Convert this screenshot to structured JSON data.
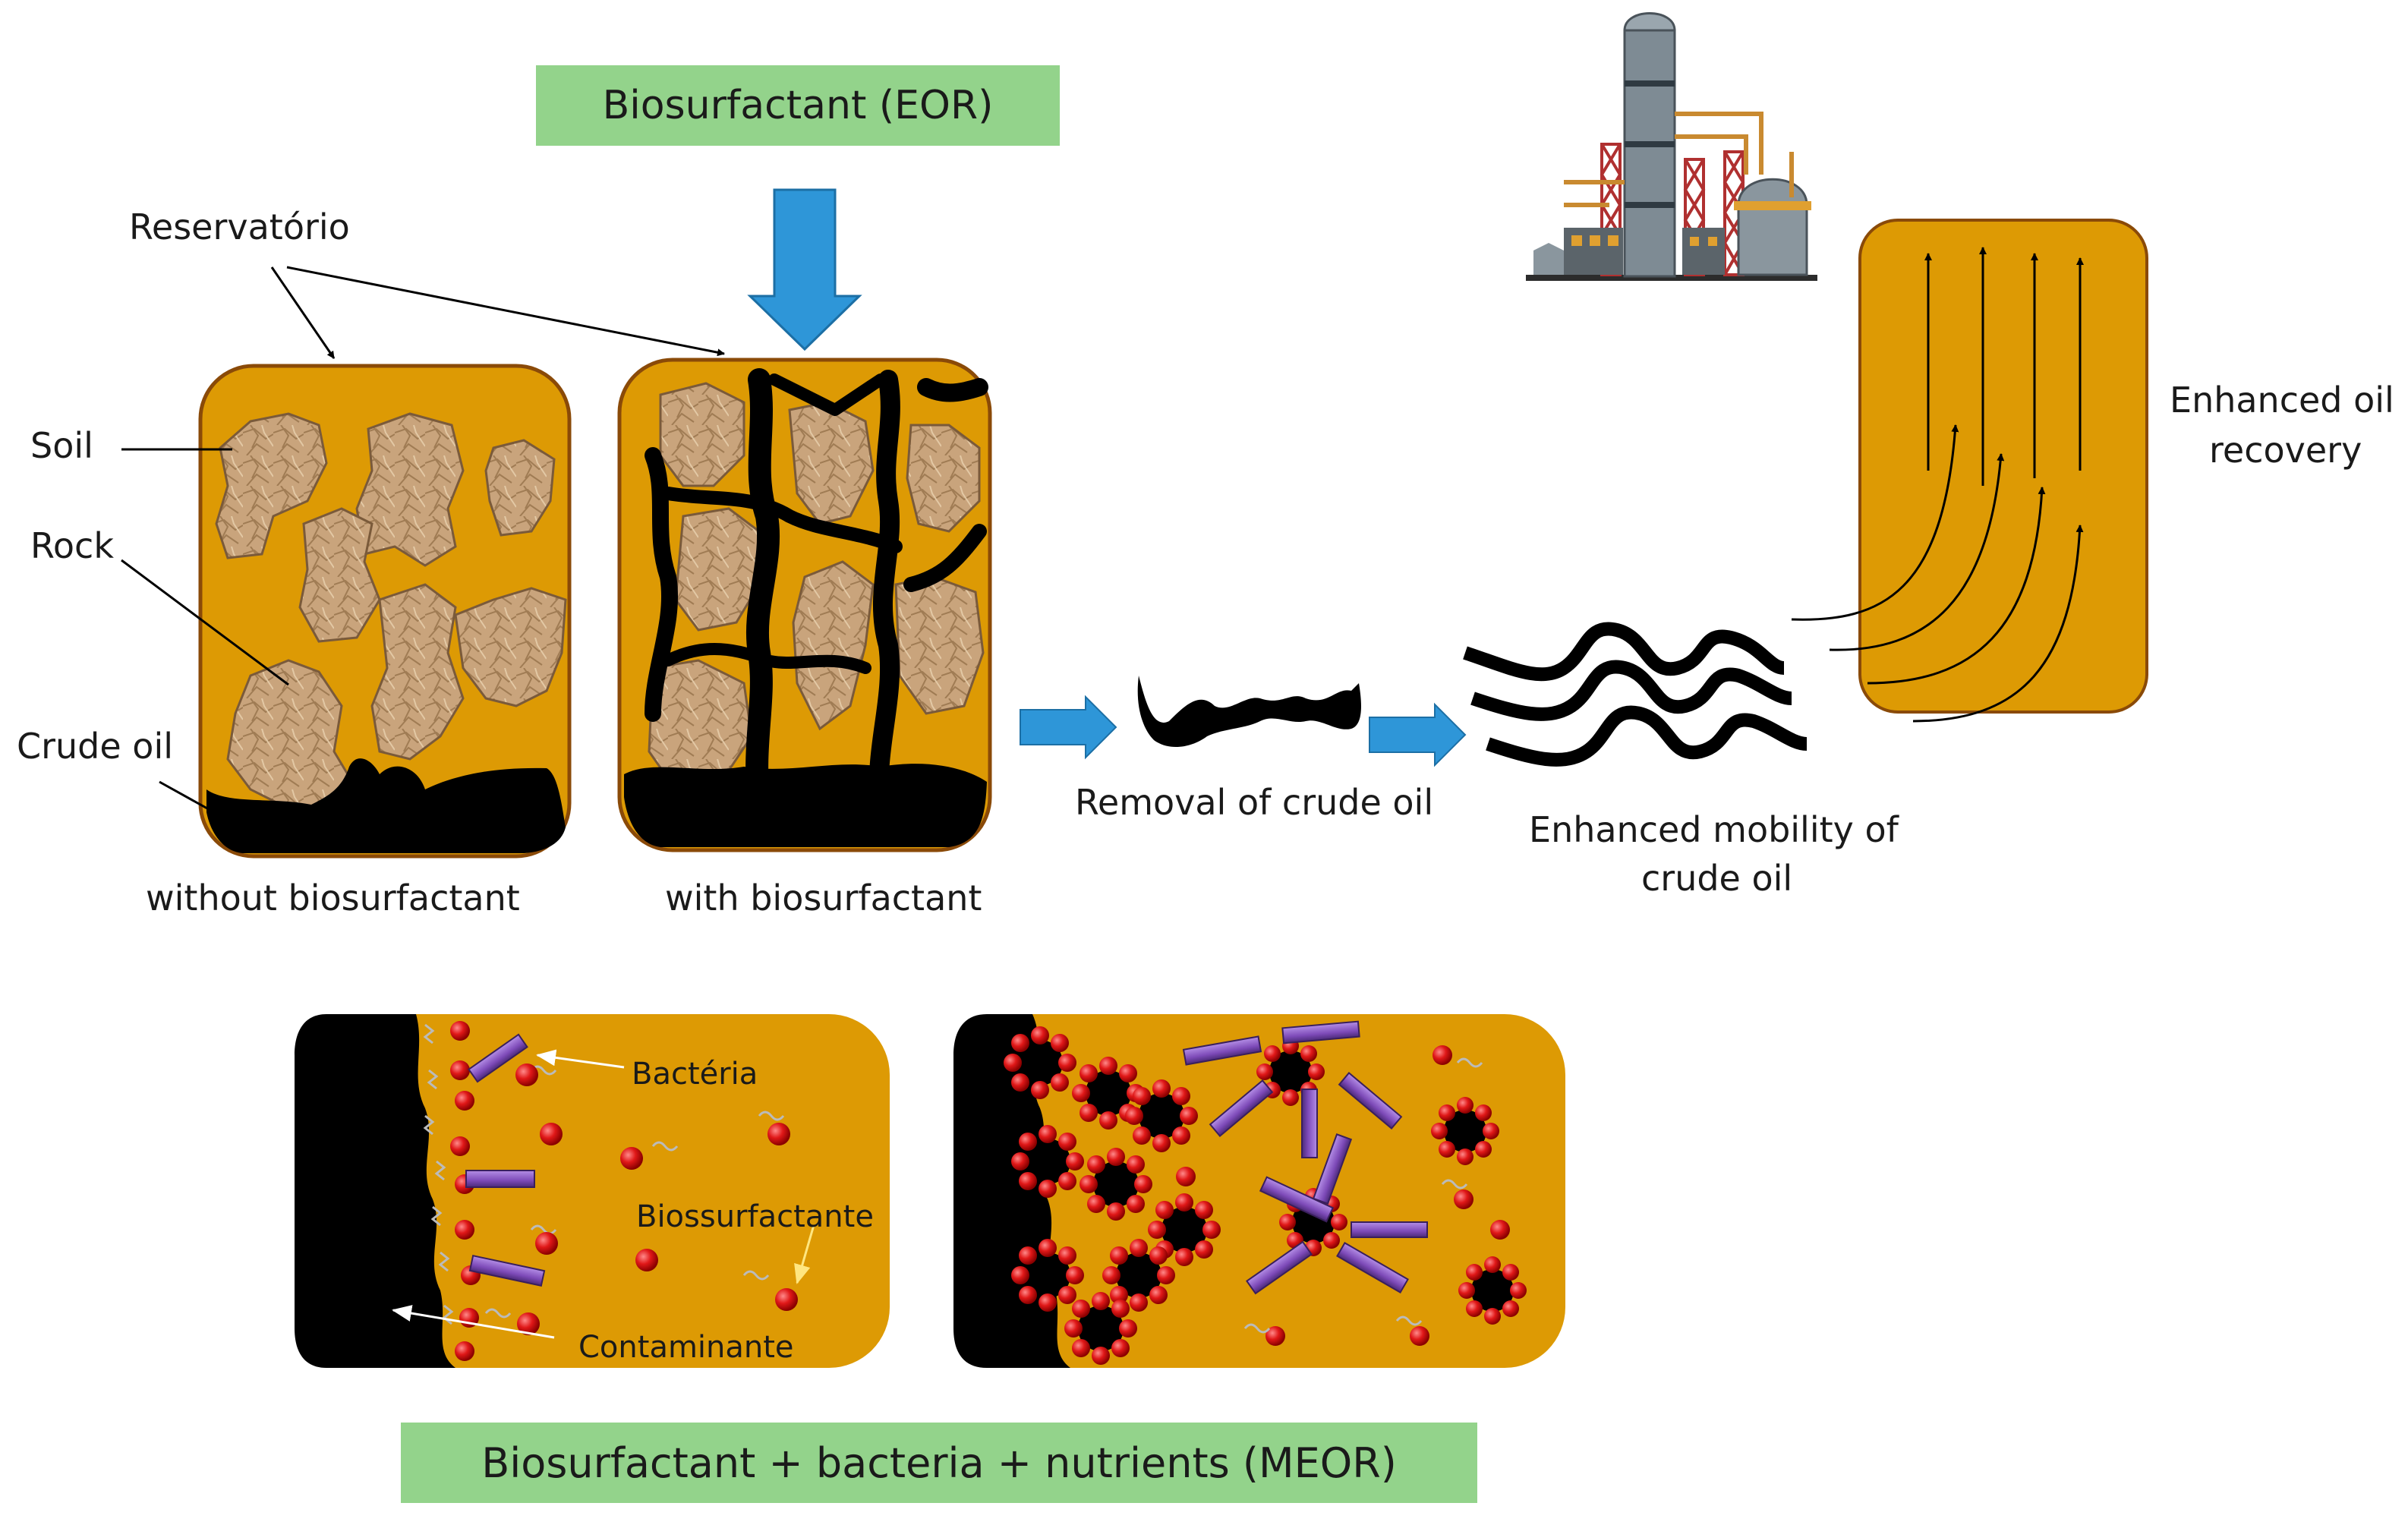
{
  "banners": {
    "eor": "Biosurfactant (EOR)",
    "meor": "Biosurfactant + bacteria + nutrients (MEOR)"
  },
  "labels": {
    "reservatorio": "Reservatório",
    "soil": "Soil",
    "rock": "Rock",
    "crude_oil": "Crude oil",
    "without_biosurfactant": "without biosurfactant",
    "with_biosurfactant": "with biosurfactant",
    "removal_line": "Removal of crude oil",
    "mobility_line1": "Enhanced mobility of",
    "mobility_line2": "crude oil",
    "recovery_line1": "Enhanced oil",
    "recovery_line2": "recovery",
    "bacteria": "Bactéria",
    "biossurfactante": "Biossurfactante",
    "contaminante": "Contaminante"
  },
  "colors": {
    "reservoir_fill": "#dd9a04",
    "reservoir_border": "#8a4a08",
    "rock_fill": "#c9a47c",
    "rock_border": "#7a5a3a",
    "oil": "#000000",
    "arrow_blue": "#2e96d8",
    "banner_green": "#93d38b",
    "bacteria_purple": "#8e5cc7",
    "biosurfactant_red": "#dd1a1a"
  },
  "icons": [
    "refinery-icon"
  ]
}
